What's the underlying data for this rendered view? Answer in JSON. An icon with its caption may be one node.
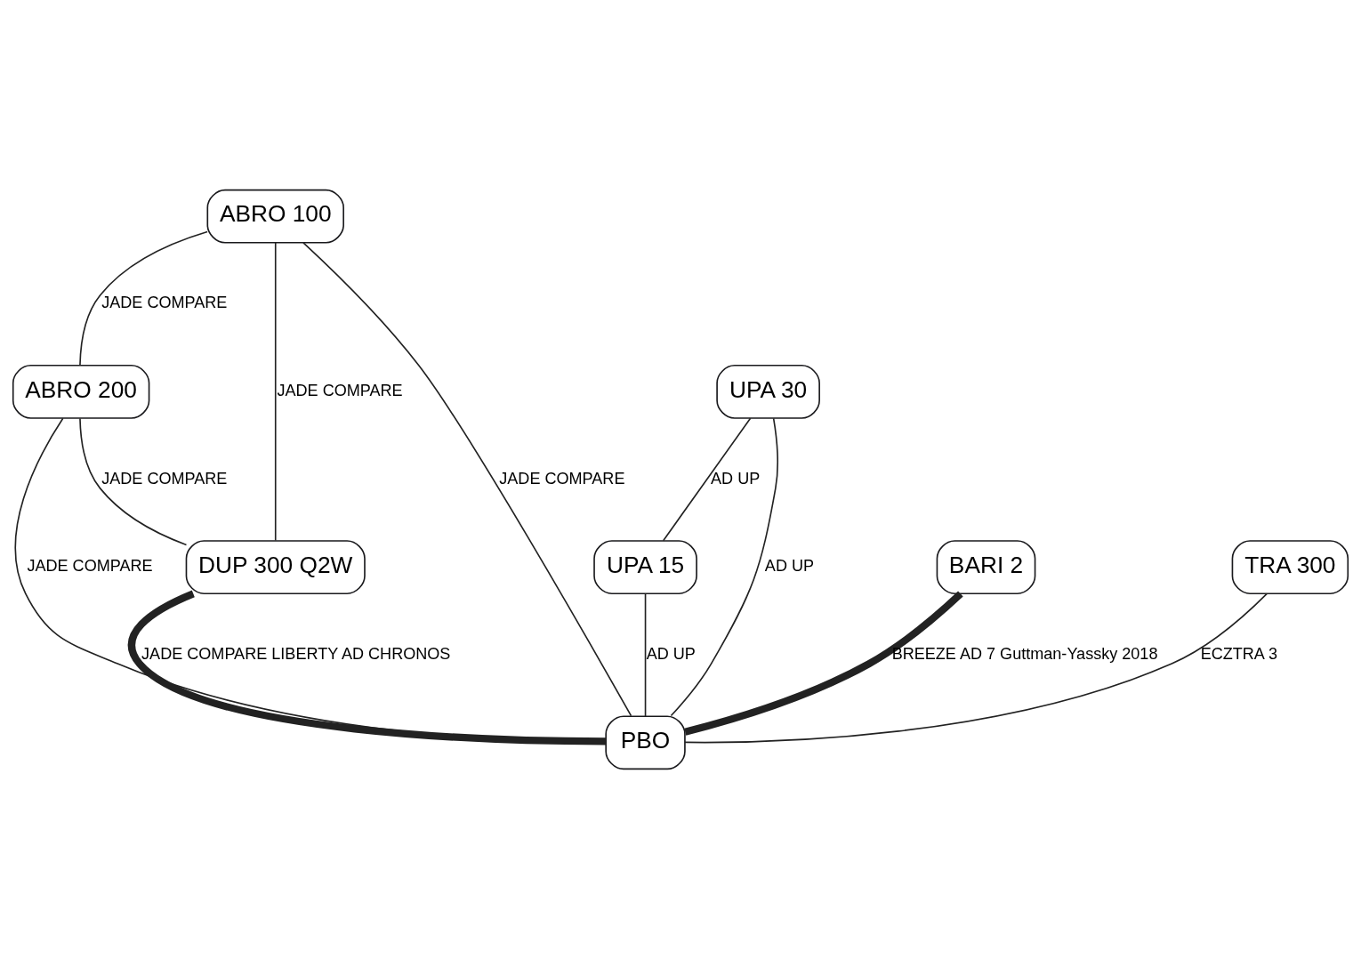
{
  "diagram": {
    "nodes": [
      {
        "text": [
          "ABRO 100"
        ]
      },
      {
        "text": [
          "UPA 30"
        ]
      },
      {
        "text": [
          "ABRO 200"
        ]
      },
      {
        "text": [
          "UPA 15"
        ]
      },
      {
        "text": [
          "BARI 2"
        ]
      },
      {
        "text": [
          "TRA 300"
        ]
      },
      {
        "text": [
          "DUP 300 Q2W"
        ]
      },
      {
        "text": [
          "PBO"
        ]
      }
    ],
    "edges": [
      {
        "from": 0,
        "to": 2,
        "arrow": "none",
        "label": "JADE COMPARE"
      },
      {
        "from": 1,
        "to": 3,
        "arrow": "none",
        "label": "AD UP"
      },
      {
        "from": 1,
        "to": 7,
        "arrow": "none",
        "label": "AD UP"
      },
      {
        "from": 0,
        "to": 7,
        "arrow": "none",
        "label": "JADE COMPARE"
      },
      {
        "from": 0,
        "to": 6,
        "arrow": "none",
        "label": "JADE COMPARE"
      },
      {
        "from": 2,
        "to": 7,
        "arrow": "none",
        "label": "JADE COMPARE"
      },
      {
        "from": 2,
        "to": 6,
        "arrow": "none",
        "label": "JADE COMPARE"
      },
      {
        "from": 3,
        "to": 7,
        "arrow": "none",
        "label": "AD UP"
      },
      {
        "from": 4,
        "to": 7,
        "arrow": "none",
        "label": "BREEZE AD 7 Guttman-Yassky 2018",
        "style": "thick"
      },
      {
        "from": 5,
        "to": 7,
        "arrow": "none",
        "label": "ECZTRA 3"
      },
      {
        "from": 6,
        "to": 7,
        "arrow": "none",
        "label": "JADE COMPARE LIBERTY AD CHRONOS",
        "style": "thick"
      }
    ]
  }
}
